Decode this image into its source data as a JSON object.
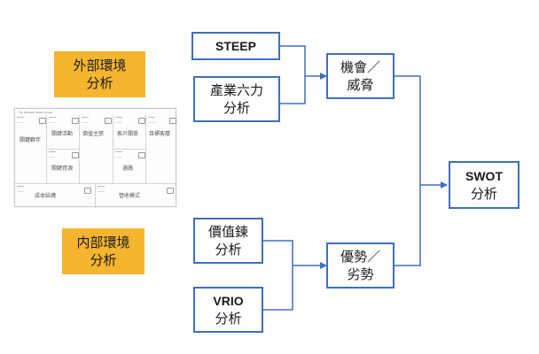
{
  "labels": {
    "external": [
      "外部環境",
      "分析"
    ],
    "internal": [
      "内部環境",
      "分析"
    ]
  },
  "nodes": {
    "steep": "STEEP",
    "industry": [
      "產業六力",
      "分析"
    ],
    "opportunity": [
      "機會／",
      "威脅"
    ],
    "value_chain": [
      "價值鍊",
      "分析"
    ],
    "vrio": [
      "VRIO",
      "分析"
    ],
    "strength": [
      "優勢／",
      "劣勢"
    ],
    "swot": [
      "SWOT",
      "分析"
    ]
  },
  "canvas": {
    "title": "The Business Model Canvas",
    "cells": [
      "關鍵夥伴",
      "關鍵活動",
      "價值主張",
      "客戶關係",
      "目標客層",
      "關鍵資源",
      "通路",
      "成本結構",
      "營收模式"
    ]
  },
  "colors": {
    "label_bg": "#f5b52f",
    "border": "#3f6fbf",
    "connector": "#3f6fbf"
  }
}
